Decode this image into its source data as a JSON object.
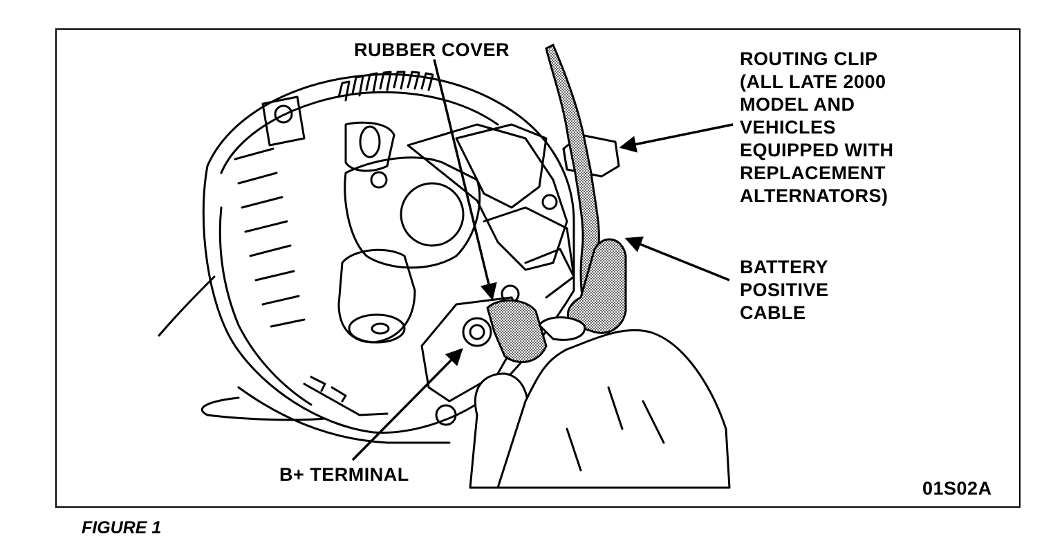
{
  "labels": {
    "rubber_cover": "RUBBER COVER",
    "routing_clip": "ROUTING CLIP\n(ALL LATE 2000\nMODEL AND\nVEHICLES\nEQUIPPED WITH\nREPLACEMENT\nALTERNATORS)",
    "battery_cable": "BATTERY\nPOSITIVE\nCABLE",
    "b_terminal": "B+ TERMINAL",
    "figure_code": "01S02A"
  },
  "caption": "FIGURE 1",
  "icons": [
    "alternator-illustration",
    "hand-illustration",
    "battery-cable-illustration",
    "leader-arrow"
  ]
}
